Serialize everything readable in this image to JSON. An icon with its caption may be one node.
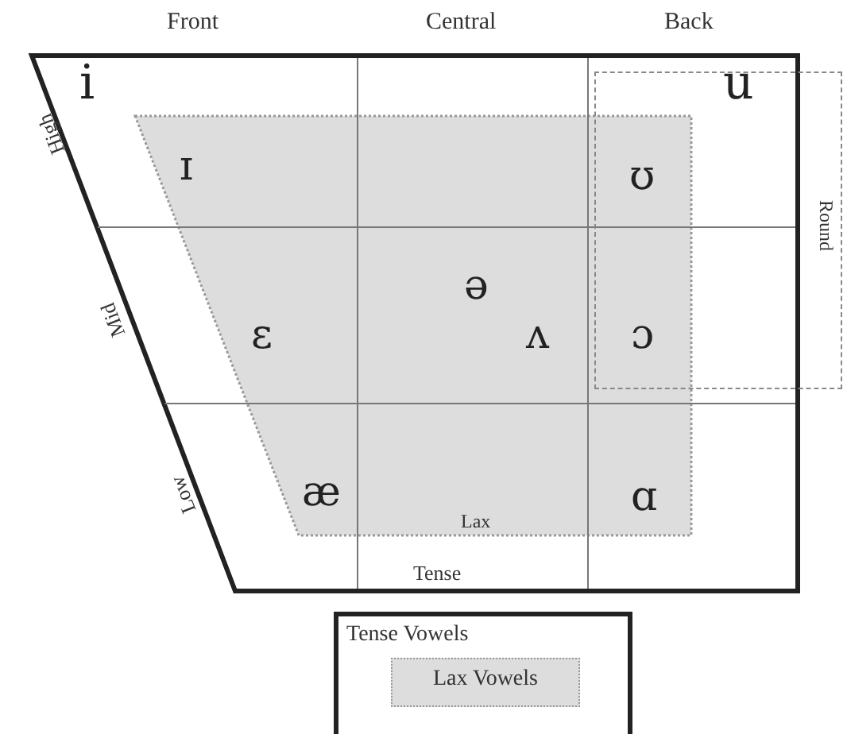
{
  "diagram": {
    "nodes": [
      {
        "text": [
          "Tense"
        ]
      },
      {
        "text": [
          "Lax"
        ],
        "in": 0
      },
      {
        "text": [
          "Round"
        ]
      },
      {
        "text": [
          "Tense Vowels"
        ]
      },
      {
        "text": [
          "Lax Vowels"
        ],
        "in": 3
      }
    ],
    "labels": [
      "Front",
      "Central",
      "Back",
      "High",
      "Mid",
      "Low",
      "i",
      "u",
      "ɪ",
      "ʊ",
      "ə",
      "ɛ",
      "ʌ",
      "ɔ",
      "æ",
      "ɑ"
    ]
  }
}
